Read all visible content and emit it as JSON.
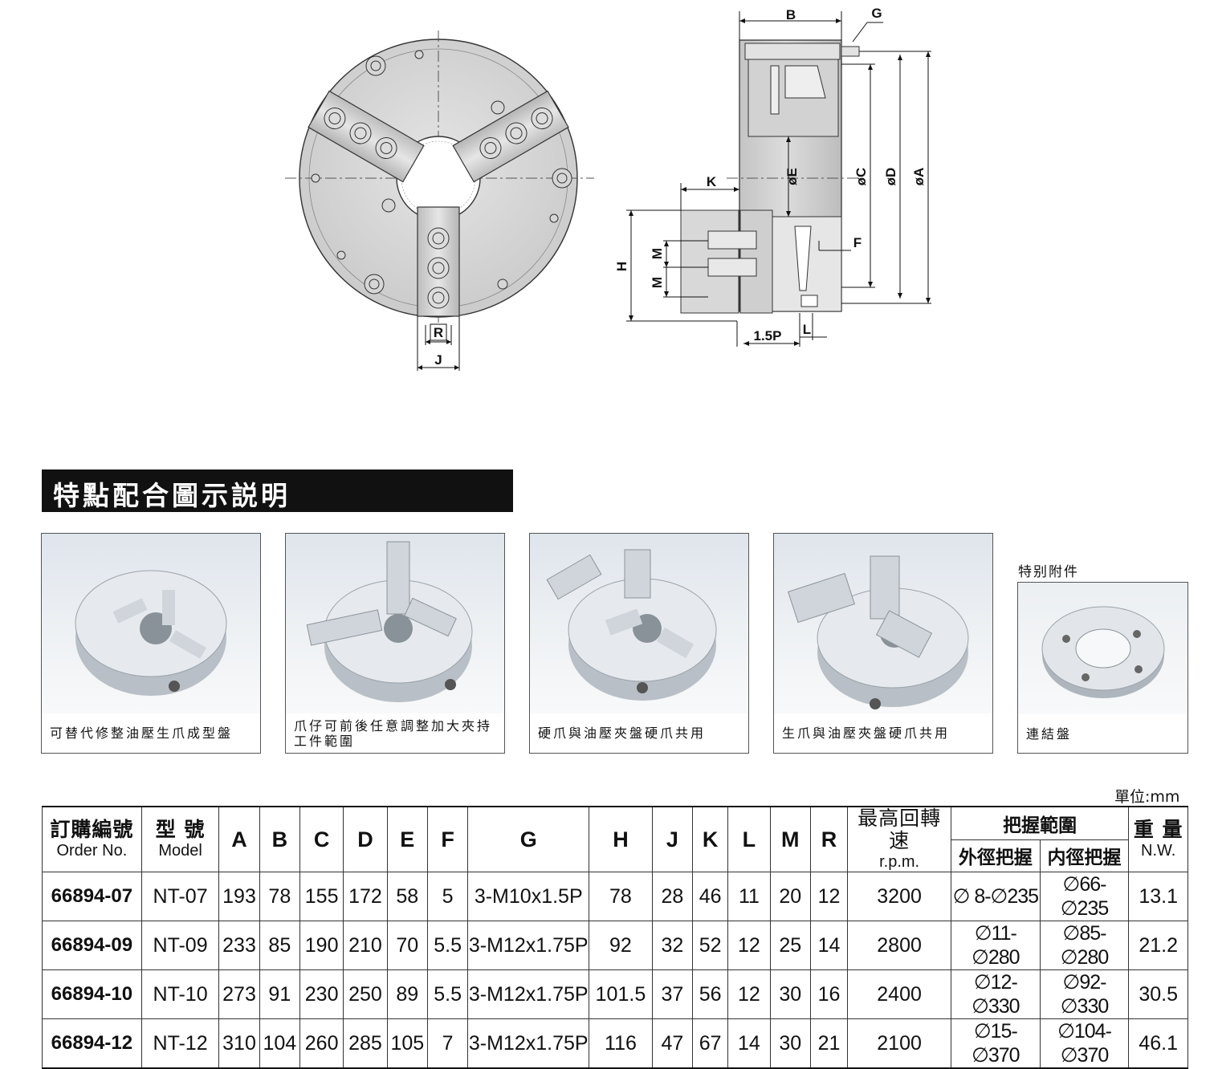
{
  "drawing": {
    "front_labels": {
      "r": "R",
      "j": "J"
    },
    "side_labels": {
      "b": "B",
      "g": "G",
      "k": "K",
      "e": "øE",
      "c": "øC",
      "d": "øD",
      "a": "øA",
      "h": "H",
      "m1": "M",
      "m2": "M",
      "f": "F",
      "l": "L",
      "p": "1.5P"
    }
  },
  "section_title": "特點配合圖示説明",
  "features": [
    {
      "caption": "可替代修整油壓生爪成型盤",
      "icon": "chuck-soft-jaws-photo"
    },
    {
      "caption": "爪仔可前後任意調整加大夾持工件範圍",
      "icon": "chuck-extended-jaws-photo"
    },
    {
      "caption": "硬爪與油壓夾盤硬爪共用",
      "icon": "chuck-hard-jaws-photo"
    },
    {
      "caption": "生爪與油壓夾盤硬爪共用",
      "icon": "chuck-mixed-jaws-photo"
    }
  ],
  "accessory": {
    "title": "特别附件",
    "caption": "連結盤",
    "icon": "adapter-plate-photo"
  },
  "unit": "單位:mm",
  "table": {
    "headers": {
      "order_zh": "訂購編號",
      "order_en": "Order No.",
      "model_zh": "型 號",
      "model_en": "Model",
      "cols": [
        "A",
        "B",
        "C",
        "D",
        "E",
        "F",
        "G",
        "H",
        "J",
        "K",
        "L",
        "M",
        "R"
      ],
      "rpm_zh": "最高回轉速",
      "rpm_en": "r.p.m.",
      "grip_zh": "把握範圍",
      "grip_outer": "外徑把握",
      "grip_inner": "内徑把握",
      "weight_zh": "重 量",
      "weight_en": "N.W."
    },
    "rows": [
      {
        "order": "66894-07",
        "model": "NT-07",
        "A": "193",
        "B": "78",
        "C": "155",
        "D": "172",
        "E": "58",
        "F": "5",
        "G": "3-M10x1.5P",
        "H": "78",
        "J": "28",
        "K": "46",
        "L": "11",
        "M": "20",
        "R": "12",
        "rpm": "3200",
        "outer": "∅ 8-∅235",
        "inner": "∅66-∅235",
        "nw": "13.1"
      },
      {
        "order": "66894-09",
        "model": "NT-09",
        "A": "233",
        "B": "85",
        "C": "190",
        "D": "210",
        "E": "70",
        "F": "5.5",
        "G": "3-M12x1.75P",
        "H": "92",
        "J": "32",
        "K": "52",
        "L": "12",
        "M": "25",
        "R": "14",
        "rpm": "2800",
        "outer": "∅11-∅280",
        "inner": "∅85-∅280",
        "nw": "21.2"
      },
      {
        "order": "66894-10",
        "model": "NT-10",
        "A": "273",
        "B": "91",
        "C": "230",
        "D": "250",
        "E": "89",
        "F": "5.5",
        "G": "3-M12x1.75P",
        "H": "101.5",
        "J": "37",
        "K": "56",
        "L": "12",
        "M": "30",
        "R": "16",
        "rpm": "2400",
        "outer": "∅12-∅330",
        "inner": "∅92-∅330",
        "nw": "30.5"
      },
      {
        "order": "66894-12",
        "model": "NT-12",
        "A": "310",
        "B": "104",
        "C": "260",
        "D": "285",
        "E": "105",
        "F": "7",
        "G": "3-M12x1.75P",
        "H": "116",
        "J": "47",
        "K": "67",
        "L": "14",
        "M": "30",
        "R": "21",
        "rpm": "2100",
        "outer": "∅15-∅370",
        "inner": "∅104-∅370",
        "nw": "46.1"
      }
    ]
  }
}
